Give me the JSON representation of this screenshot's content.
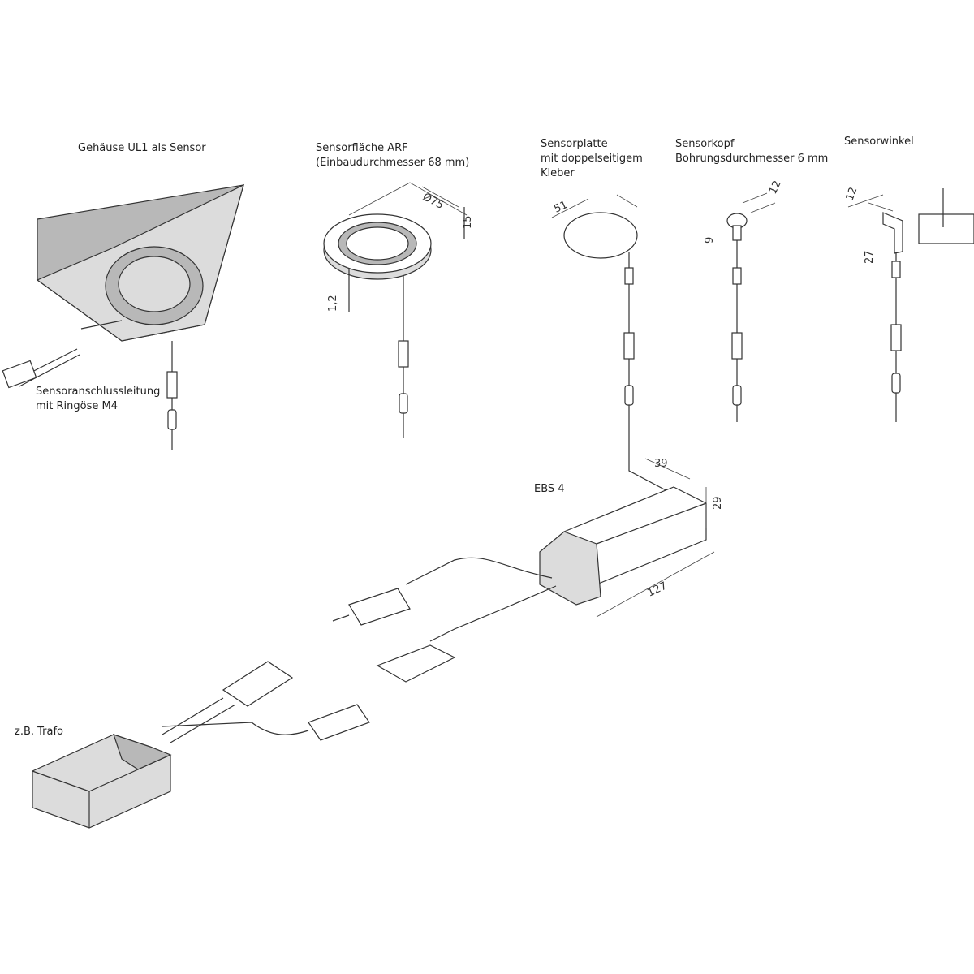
{
  "labels": {
    "ul1": "Gehäuse UL1 als Sensor",
    "arf_1": "Sensorfläche ARF",
    "arf_2": "(Einbaudurchmesser 68 mm)",
    "platte_1": "Sensorplatte",
    "platte_2": "mit doppelseitigem",
    "platte_3": "Kleber",
    "kopf_1": "Sensorkopf",
    "kopf_2": "Bohrungsdurchmesser 6 mm",
    "winkel": "Sensorwinkel",
    "leitung_1": "Sensoranschlussleitung",
    "leitung_2": "mit Ringöse M4",
    "ebs": "EBS 4",
    "trafo": "z.B. Trafo"
  },
  "dimensions": {
    "arf_diameter": "Ø75",
    "arf_height": "15",
    "arf_flange": "1,2",
    "platte_diameter": "51",
    "kopf_diameter": "12",
    "kopf_height": "9",
    "winkel_width": "12",
    "winkel_height": "27",
    "ebs_width": "39",
    "ebs_height": "29",
    "ebs_length": "127"
  }
}
